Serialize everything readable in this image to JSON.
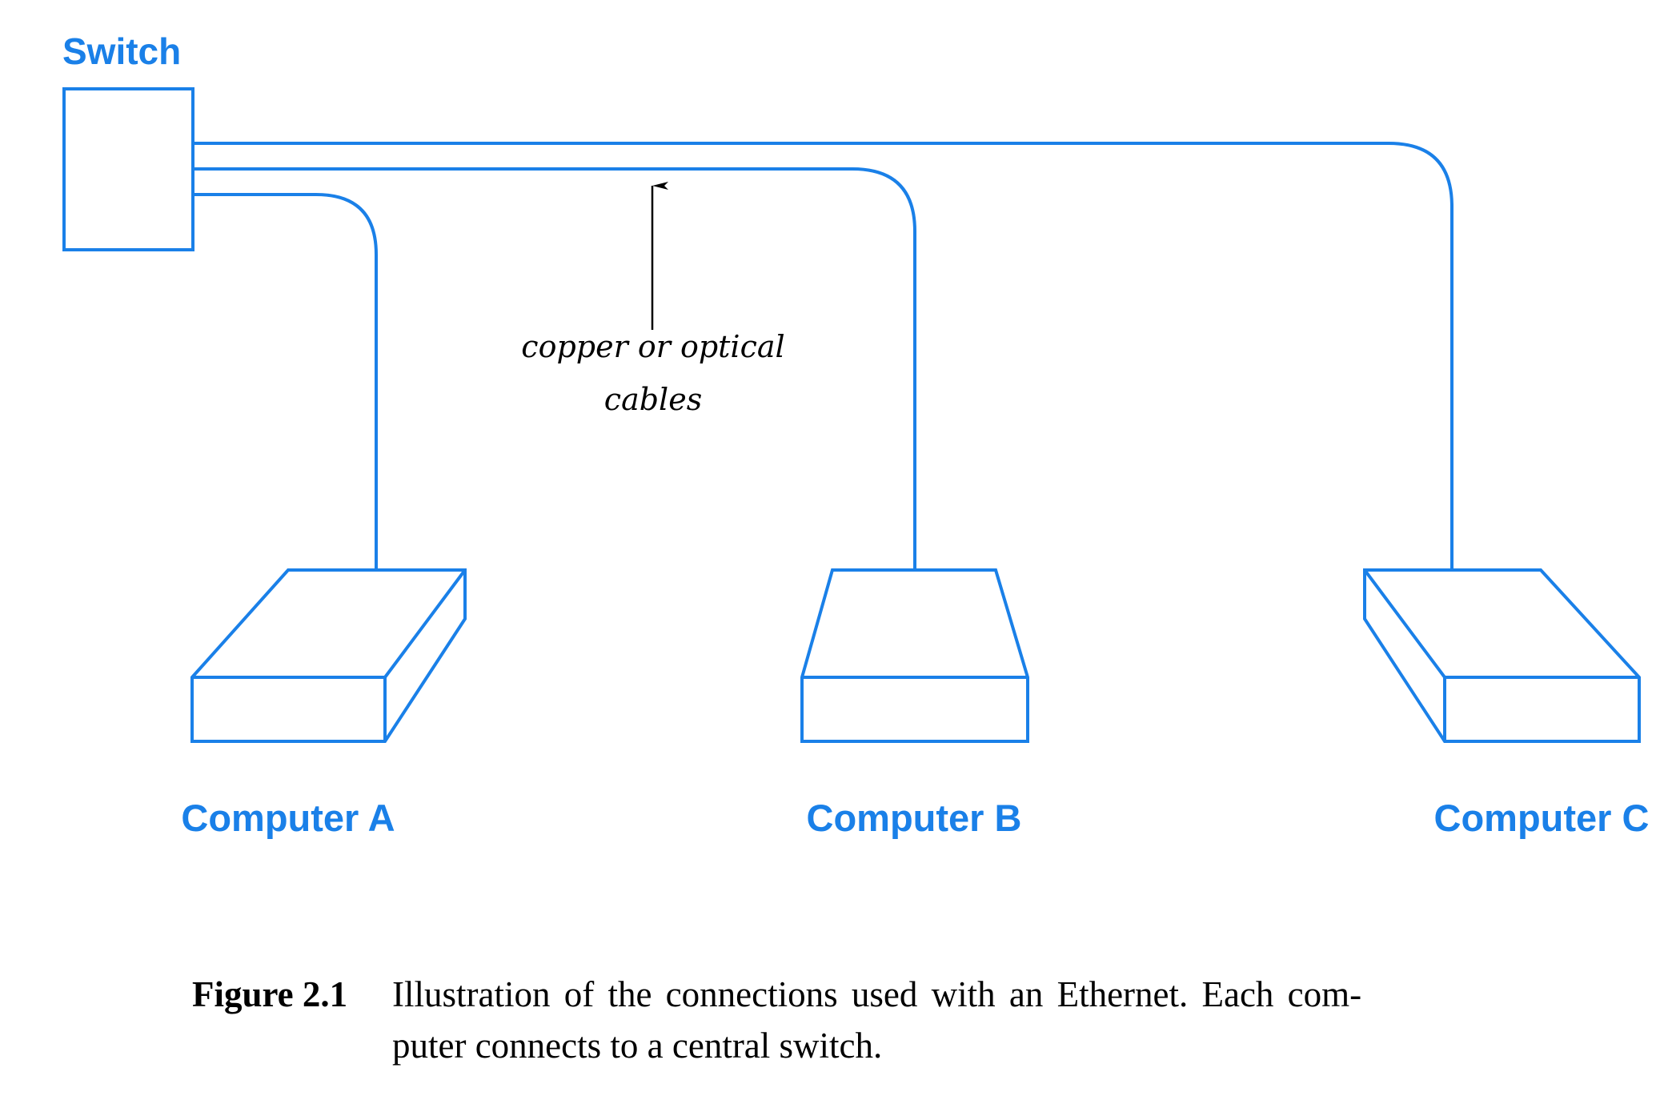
{
  "colors": {
    "diagram": "#1a80e8",
    "annotation": "#000000",
    "caption": "#000000"
  },
  "switch": {
    "label": "Switch",
    "icon": "switch-box-icon"
  },
  "annotation": {
    "line1": "copper or optical",
    "line2": "cables",
    "icon": "arrow-up-icon"
  },
  "computers": [
    {
      "label": "Computer A",
      "icon": "computer-box-icon"
    },
    {
      "label": "Computer B",
      "icon": "computer-box-icon"
    },
    {
      "label": "Computer C",
      "icon": "computer-box-icon"
    }
  ],
  "caption": {
    "label": "Figure 2.1",
    "line1": "Illustration of the connections used with an Ethernet.  Each com-",
    "line2": "puter connects to a central switch."
  }
}
